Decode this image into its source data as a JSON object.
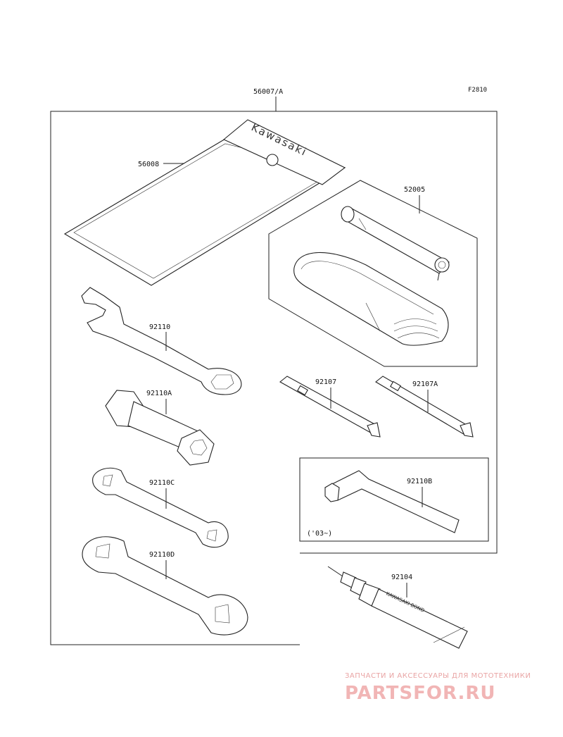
{
  "figure_ref": "F2810",
  "kit_code": "56007/A",
  "parts": {
    "pouch": "56008",
    "pump_set": "52005",
    "spanner_wrench": "92110",
    "plug_wrench": "92110A",
    "screwdriver": "92107",
    "screwdriver_a": "92107A",
    "wrench_c": "92110C",
    "wrench_d": "92110D",
    "hex_key": "92110B",
    "bond_tube": "92104"
  },
  "brand_mark": "Kawasaki",
  "tube_text": "KAWASAKI BOND",
  "hex_key_note": "('03~)",
  "watermark": {
    "tagline": "ЗАПЧАСТИ И АКСЕССУАРЫ ДЛЯ МОТОТЕХНИКИ",
    "brand": "PARTSFOR.RU",
    "color": "#f1b5b5"
  }
}
